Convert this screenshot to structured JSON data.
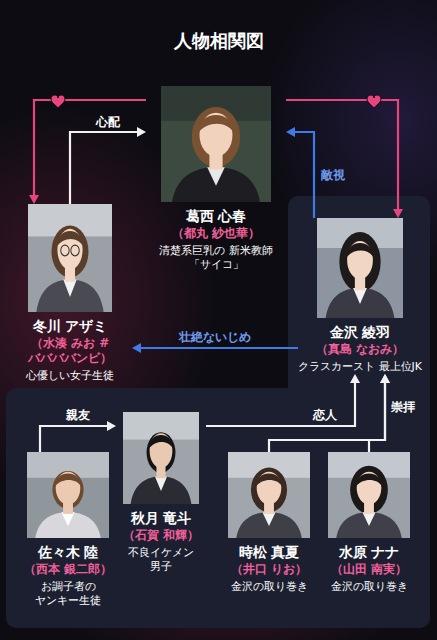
{
  "diagram": {
    "title": "人物相関図",
    "nodes": [
      {
        "text": [
          "葛西 心春",
          "（都丸 紗也華）",
          "清楚系巨乳の 新米教師「サイコ」"
        ]
      },
      {
        "text": [
          "冬川 アザミ",
          "（水湊 みお #ババババンビ）",
          "心優しい女子生徒"
        ]
      },
      {
        "text": [
          "金沢 綾羽",
          "（真島 なおみ）",
          "クラスカースト 最上位JK"
        ]
      },
      {
        "text": [
          "秋月 竜斗",
          "（石賀 和輝）",
          "不良イケメン 男子"
        ]
      },
      {
        "text": [
          "佐々木 陸",
          "（西本 銀二郎）",
          "お調子者の ヤンキー生徒"
        ]
      },
      {
        "text": [
          "時松 真夏",
          "（井口 りお）",
          "金沢の取り巻き"
        ]
      },
      {
        "text": [
          "水原 ナナ",
          "（山田 南実）",
          "金沢の取り巻き"
        ]
      }
    ],
    "edges": [
      {
        "from": 0,
        "to": 1,
        "arrow": "to"
      },
      {
        "from": 1,
        "to": 0,
        "label": "心配",
        "arrow": "to"
      },
      {
        "from": 0,
        "to": 2,
        "arrow": "to"
      },
      {
        "from": 2,
        "to": 0,
        "label": "敵視",
        "arrow": "to"
      },
      {
        "from": 2,
        "to": 1,
        "label": "壮絶ないじめ",
        "arrow": "to"
      },
      {
        "from": 3,
        "to": 2,
        "label": "恋人",
        "arrow": "to"
      },
      {
        "from": 5,
        "to": 2,
        "arrow": "to"
      },
      {
        "from": 6,
        "to": 2,
        "label": "崇拝",
        "arrow": "to"
      },
      {
        "from": 4,
        "to": 3,
        "label": "親友",
        "arrow": "to"
      }
    ]
  }
}
